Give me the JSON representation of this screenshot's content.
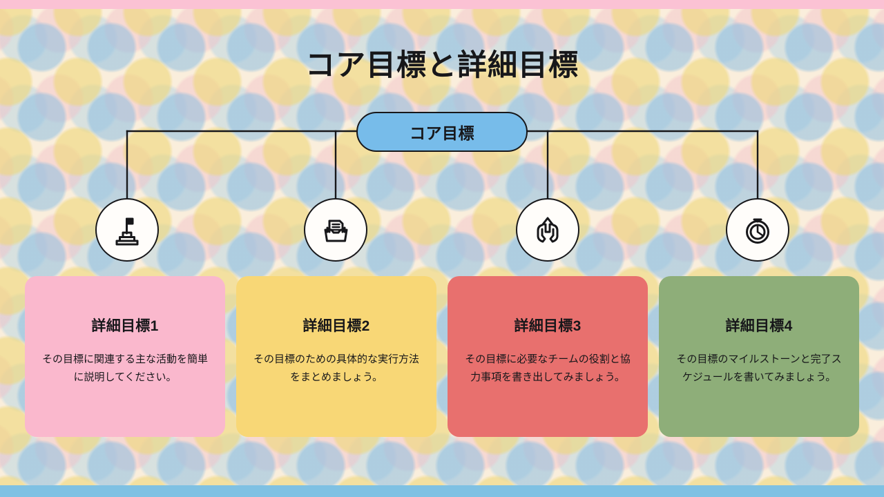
{
  "slide": {
    "title": "コア目標と詳細目標",
    "background_color": "#faeedc",
    "top_bar_color": "#fbc2d4",
    "bottom_bar_color": "#7fc1e3"
  },
  "core_node": {
    "label": "コア目標",
    "fill_color": "#77bcea",
    "border_color": "#17171a"
  },
  "icons": [
    {
      "name": "flag-podium-icon",
      "alt": "flag on stepped podium"
    },
    {
      "name": "document-tray-icon",
      "alt": "document in tray"
    },
    {
      "name": "hands-arrow-up-icon",
      "alt": "hands holding upward arrow"
    },
    {
      "name": "stopwatch-icon",
      "alt": "stopwatch timer"
    }
  ],
  "cards": [
    {
      "title": "詳細目標1",
      "body": "その目標に関連する主な活動を簡単に説明してください。",
      "color": "#fab8cd"
    },
    {
      "title": "詳細目標2",
      "body": "その目標のための具体的な実行方法をまとめましょう。",
      "color": "#f8d776"
    },
    {
      "title": "詳細目標3",
      "body": "その目標に必要なチームの役割と協力事項を書き出してみましょう。",
      "color": "#e8706e"
    },
    {
      "title": "詳細目標4",
      "body": "その目標のマイルストーンと完了スケジュールを書いてみましょう。",
      "color": "#8eae79"
    }
  ]
}
